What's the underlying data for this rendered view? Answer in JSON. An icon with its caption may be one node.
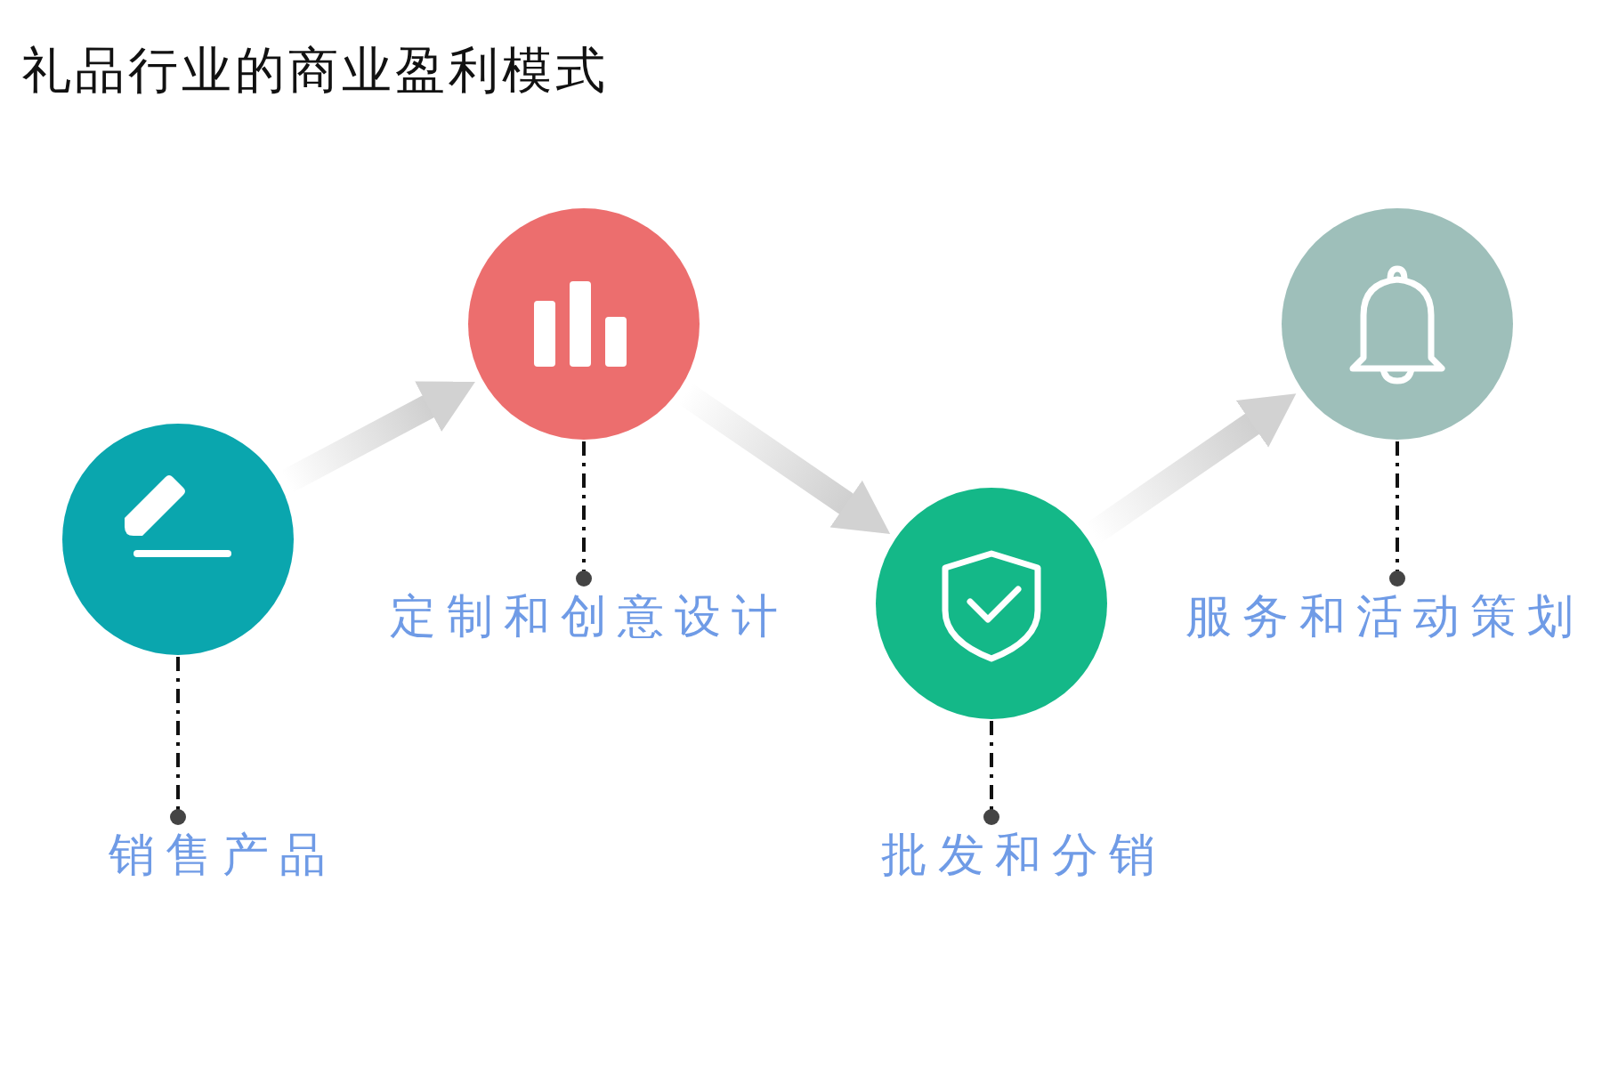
{
  "diagram": {
    "title": "礼品行业的商业盈利模式",
    "nodes": [
      {
        "text": [],
        "shape": "circle"
      },
      {
        "text": [],
        "shape": "circle"
      },
      {
        "text": [],
        "shape": "circle"
      },
      {
        "text": [],
        "shape": "circle"
      },
      {
        "text": [
          "销售产品"
        ]
      },
      {
        "text": [
          "定制和创意设计"
        ]
      },
      {
        "text": [
          "批发和分销"
        ]
      },
      {
        "text": [
          "服务和活动策划"
        ]
      }
    ],
    "edges": [
      {
        "from": 0,
        "to": 1,
        "arrow": "to"
      },
      {
        "from": 1,
        "to": 2,
        "arrow": "to"
      },
      {
        "from": 2,
        "to": 3,
        "arrow": "to"
      },
      {
        "from": 0,
        "to": 4,
        "arrow": "other",
        "style": "dashed"
      },
      {
        "from": 1,
        "to": 5,
        "arrow": "other",
        "style": "dashed"
      },
      {
        "from": 2,
        "to": 6,
        "arrow": "other",
        "style": "dashed"
      },
      {
        "from": 3,
        "to": 7,
        "arrow": "other",
        "style": "dashed"
      }
    ]
  }
}
